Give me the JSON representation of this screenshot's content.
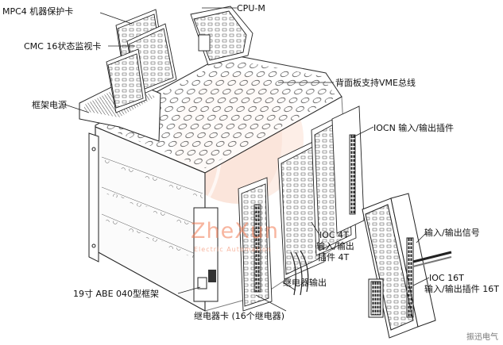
{
  "labels": {
    "mpc4": "MPC4 机器保护卡",
    "cpu": "CPU-M",
    "cmc16": "CMC 16状态监视卡",
    "backplane": "背面板支持VME总线",
    "psu": "框架电源",
    "iocn": "IOCN 输入/输出插件",
    "io_signal": "输入/输出信号",
    "ioc4t_1": "IOC 4T",
    "ioc4t_2": "输入/输出",
    "ioc4t_3": "插件 4T",
    "ioc16t_1": "IOC 16T",
    "ioc16t_2": "输入/输出插件 16T",
    "relay_out": "继电器输出",
    "rack": "19寸 ABE 040型框架",
    "relay_card": "继电器卡 (16个继电器)"
  },
  "watermark": {
    "main": "ZheXun",
    "sub": "Electric Automation",
    "corner": "振迅电气"
  },
  "colors": {
    "line": "#222222",
    "watermark": "#f07850"
  }
}
